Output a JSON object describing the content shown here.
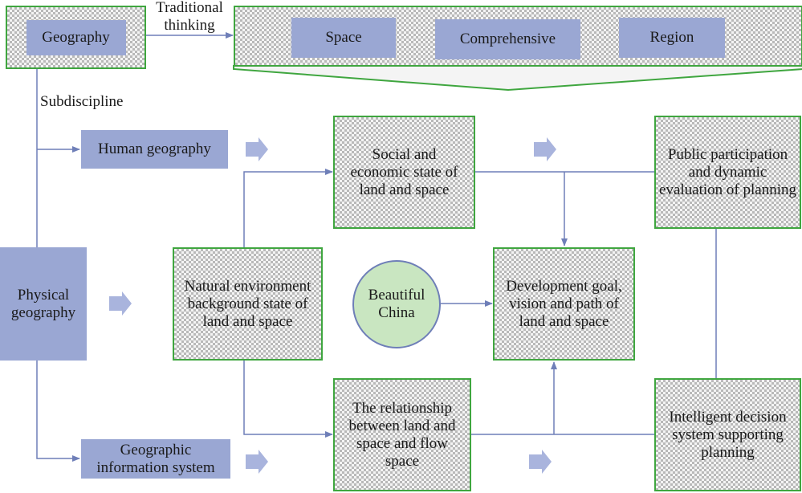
{
  "nodes": {
    "geography": "Geography",
    "space": "Space",
    "comprehensive": "Comprehensive",
    "region": "Region",
    "human_geography": "Human geography",
    "physical_geography": "Physical geography",
    "gis": "Geographic information system",
    "social_economic": "Social and economic state of land and space",
    "natural_environment": "Natural environment background state of land and space",
    "relationship_flow": "The relationship between land and space and flow space",
    "beautiful_china": "Beautiful China",
    "development_goal": "Development goal, vision and path of land and space",
    "public_participation": "Public participation and dynamic evaluation of planning",
    "intelligent_decision": "Intelligent decision system supporting planning"
  },
  "labels": {
    "traditional_thinking": "Traditional thinking",
    "subdiscipline": "Subdiscipline"
  },
  "colors": {
    "line": "#6f7fb8",
    "box_border": "#3fa63f",
    "blue_fill": "#9aa7d3",
    "chevron": "#a9b4dd",
    "circle_fill": "#c9e6c1"
  }
}
